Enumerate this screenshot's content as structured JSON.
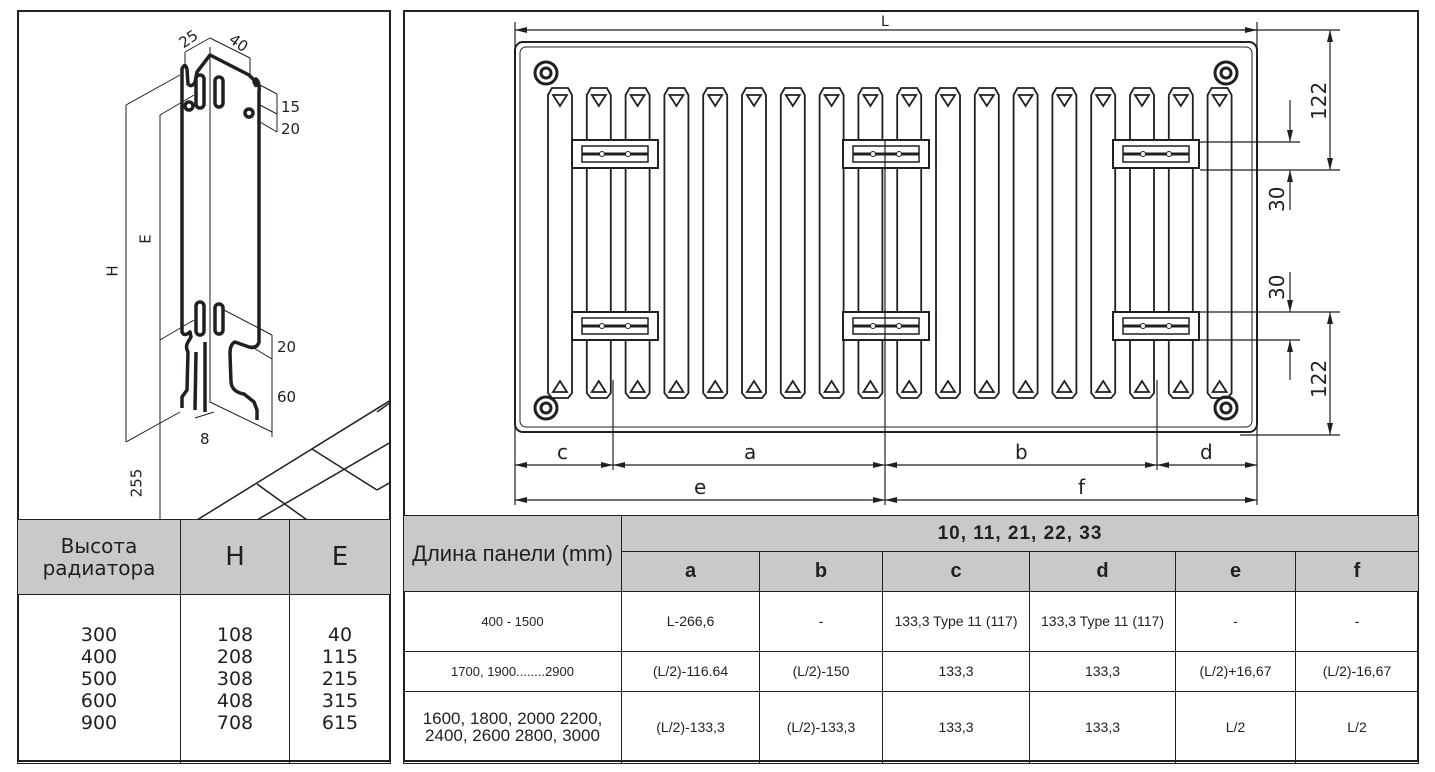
{
  "side_view": {
    "dims": {
      "top_left": "25",
      "top_right": "40",
      "d15": "15",
      "d20a": "20",
      "H": "H",
      "E": "E",
      "d20b": "20",
      "d60": "60",
      "d8": "8",
      "d255": "255"
    }
  },
  "front_view": {
    "dims": {
      "L": "L",
      "c": "c",
      "a": "a",
      "b": "b",
      "d": "d",
      "e": "e",
      "f": "f",
      "v122a": "122",
      "v30a": "30",
      "v30b": "30",
      "v122b": "122"
    }
  },
  "height_table": {
    "headers": [
      "Высота радиатора",
      "H",
      "E"
    ],
    "rows": [
      {
        "height": "300",
        "H": "108",
        "E": "40"
      },
      {
        "height": "400",
        "H": "208",
        "E": "115"
      },
      {
        "height": "500",
        "H": "308",
        "E": "215"
      },
      {
        "height": "600",
        "H": "408",
        "E": "315"
      },
      {
        "height": "900",
        "H": "708",
        "E": "615"
      }
    ]
  },
  "length_table": {
    "row_header": "Длина панели (mm)",
    "types": "10, 11, 21, 22, 33",
    "columns": [
      "a",
      "b",
      "c",
      "d",
      "e",
      "f"
    ],
    "rows": [
      {
        "length": "400 - 1500",
        "a": "L-266,6",
        "b": "-",
        "c": "133,3 Type 11 (117)",
        "d": "133,3 Type 11 (117)",
        "e": "-",
        "f": "-"
      },
      {
        "length": "1700, 1900........2900",
        "a": "(L/2)-116.64",
        "b": "(L/2)-150",
        "c": "133,3",
        "d": "133,3",
        "e": "(L/2)+16,67",
        "f": "(L/2)-16,67"
      },
      {
        "length": "1600, 1800, 2000 2200, 2400, 2600 2800, 3000",
        "a": "(L/2)-133,3",
        "b": "(L/2)-133,3",
        "c": "133,3",
        "d": "133,3",
        "e": "L/2",
        "f": "L/2"
      }
    ]
  }
}
